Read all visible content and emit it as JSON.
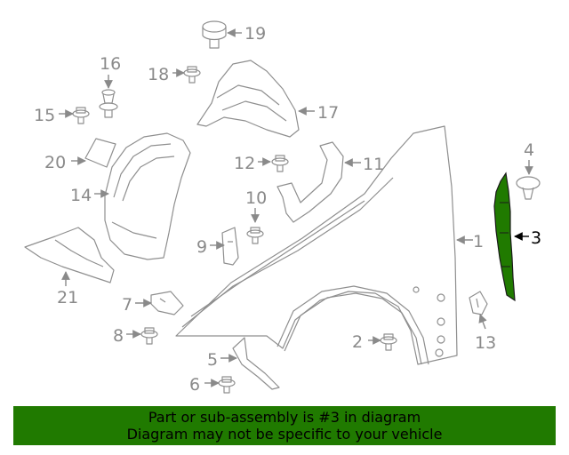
{
  "diagram": {
    "highlight_color": "#207a00",
    "labels": [
      {
        "id": "1",
        "text": "1"
      },
      {
        "id": "2",
        "text": "2"
      },
      {
        "id": "3",
        "text": "3",
        "highlighted": true
      },
      {
        "id": "4",
        "text": "4"
      },
      {
        "id": "5",
        "text": "5"
      },
      {
        "id": "6",
        "text": "6"
      },
      {
        "id": "7",
        "text": "7"
      },
      {
        "id": "8",
        "text": "8"
      },
      {
        "id": "9",
        "text": "9"
      },
      {
        "id": "10",
        "text": "10"
      },
      {
        "id": "11",
        "text": "11"
      },
      {
        "id": "12",
        "text": "12"
      },
      {
        "id": "13",
        "text": "13"
      },
      {
        "id": "14",
        "text": "14"
      },
      {
        "id": "15",
        "text": "15"
      },
      {
        "id": "16",
        "text": "16"
      },
      {
        "id": "17",
        "text": "17"
      },
      {
        "id": "18",
        "text": "18"
      },
      {
        "id": "19",
        "text": "19"
      },
      {
        "id": "20",
        "text": "20"
      },
      {
        "id": "21",
        "text": "21"
      }
    ]
  },
  "banner": {
    "line1": "Part or sub-assembly is #3 in diagram",
    "line2": "Diagram may not be specific to your vehicle",
    "background": "#207a00"
  }
}
